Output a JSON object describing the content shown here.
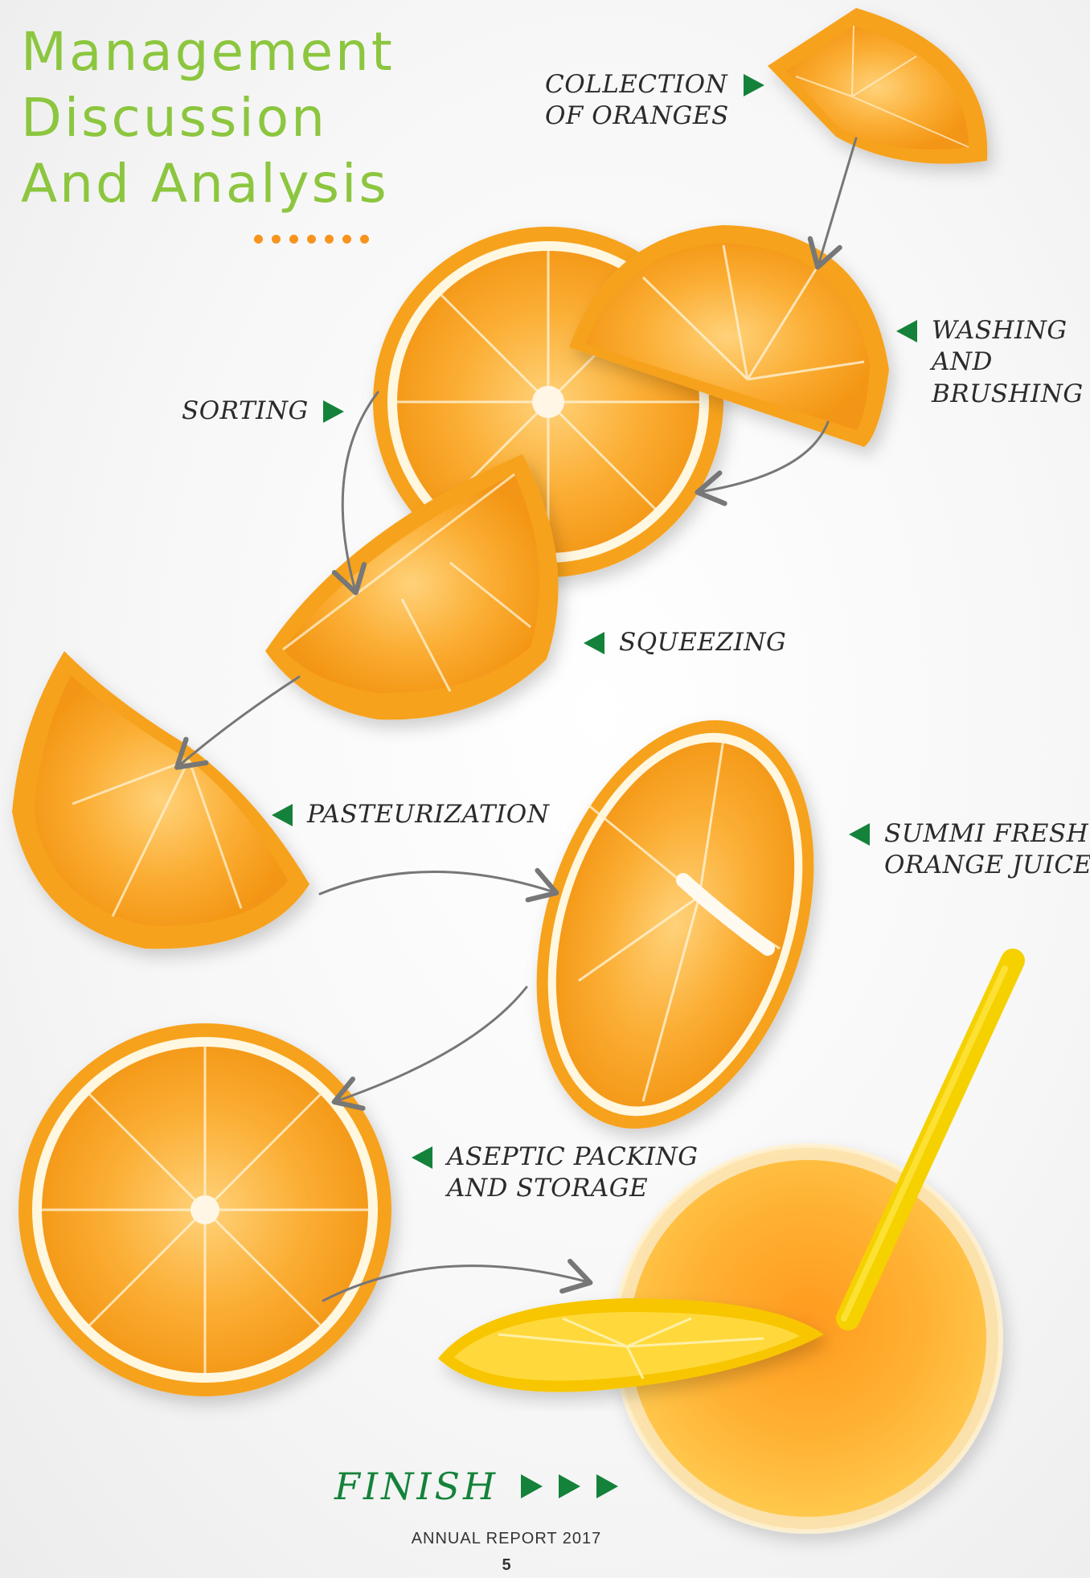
{
  "title": {
    "line1": "Management",
    "line2": "Discussion",
    "line3": "And Analysis"
  },
  "steps": {
    "collection": {
      "line1": "COLLECTION",
      "line2": "OF ORANGES"
    },
    "washing": {
      "line1": "WASHING",
      "line2": "AND",
      "line3": "BRUSHING"
    },
    "sorting": {
      "line1": "SORTING"
    },
    "squeezing": {
      "line1": "SQUEEZING"
    },
    "pasteurization": {
      "line1": "PASTEURIZATION"
    },
    "summi": {
      "line1": "SUMMI FRESH",
      "line2": "ORANGE JUICE"
    },
    "aseptic": {
      "line1": "ASEPTIC PACKING",
      "line2": "AND STORAGE"
    }
  },
  "finish": {
    "label": "FINISH"
  },
  "footer": {
    "report": "ANNUAL REPORT 2017",
    "page": "5"
  },
  "colors": {
    "title": "#8cc63f",
    "accent_dots": "#f7941d",
    "arrow_markers": "#14823a",
    "flow_arrows": "#777777",
    "orange_peel": "#f39c12",
    "orange_flesh": "#fba92b"
  }
}
